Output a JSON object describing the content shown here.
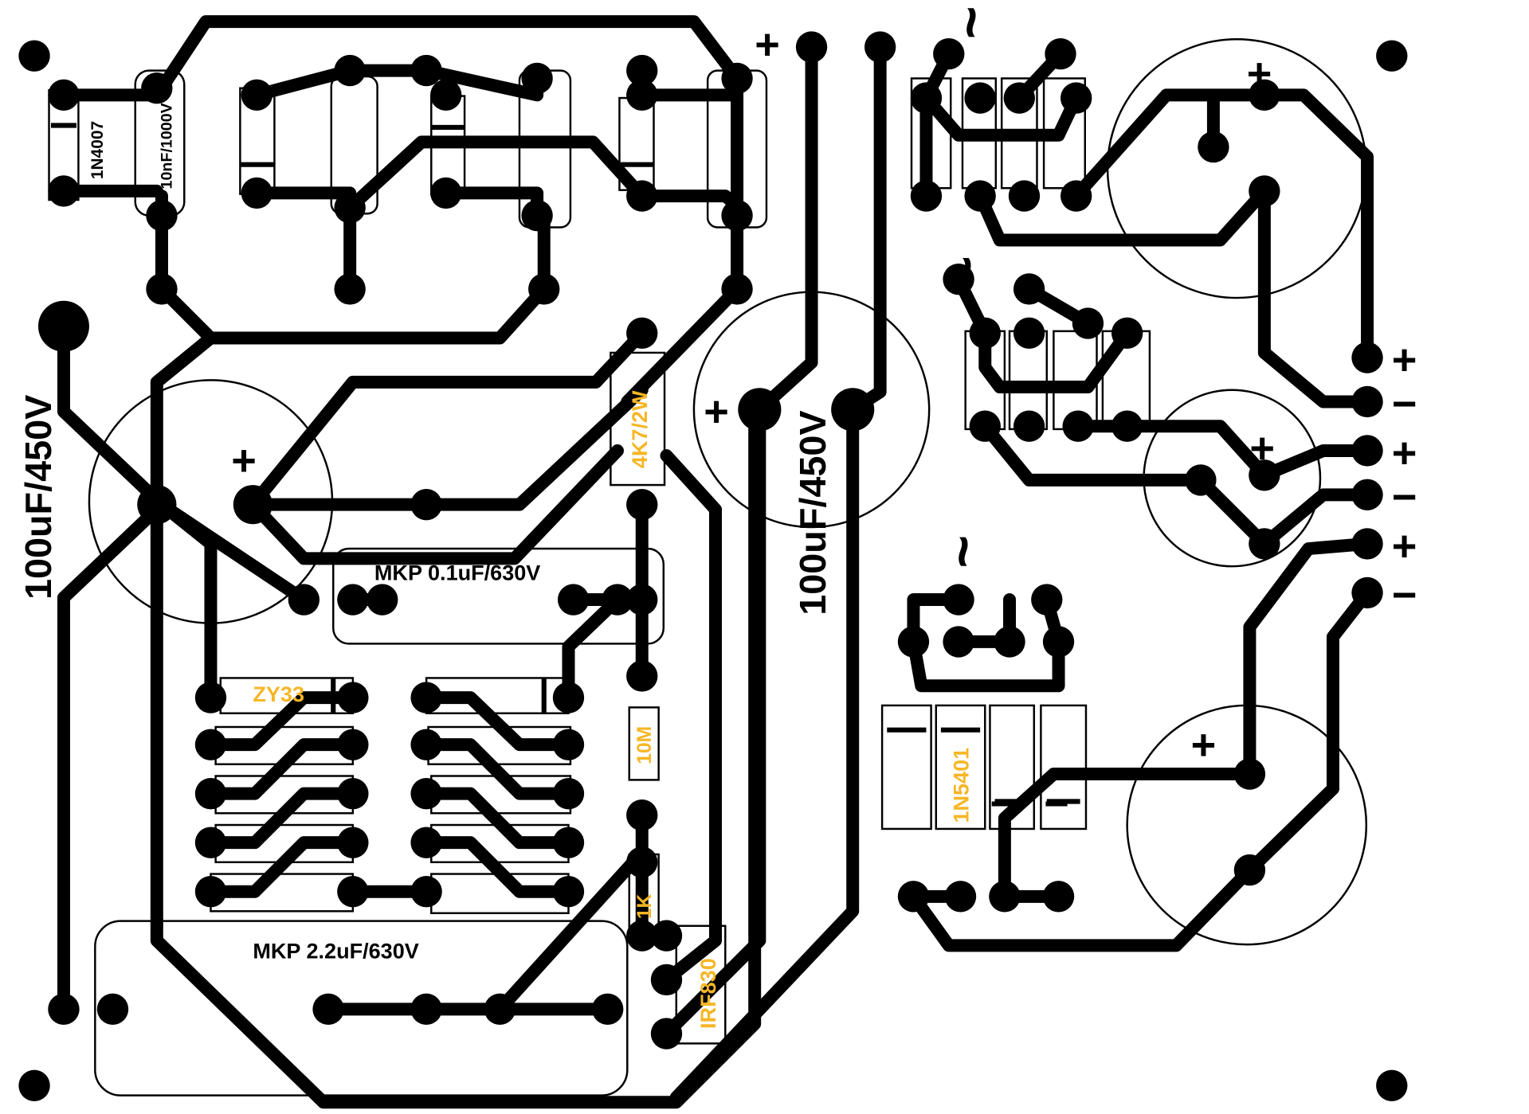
{
  "board": {
    "labels": {
      "c_bulk_left": "100uF/450V",
      "c_bulk_right": "100uF/450V",
      "diode_top": "1N4007",
      "cap_top": "10nF/1000V",
      "mkp_small": "MKP 0.1uF/630V",
      "mkp_large": "MKP 2.2uF/630V",
      "zener": "ZY33",
      "res_power": "4K7/2W",
      "res_10m": "10M",
      "res_1k": "1K",
      "mosfet": "IRF830",
      "diode_bridge": "1N5401"
    },
    "marks": {
      "plus": "+",
      "minus": "−",
      "ac": "~"
    },
    "colors": {
      "copper": "#000000",
      "silkscreen": "#000000",
      "value_label": "#f6b626",
      "background": "#ffffff"
    }
  }
}
